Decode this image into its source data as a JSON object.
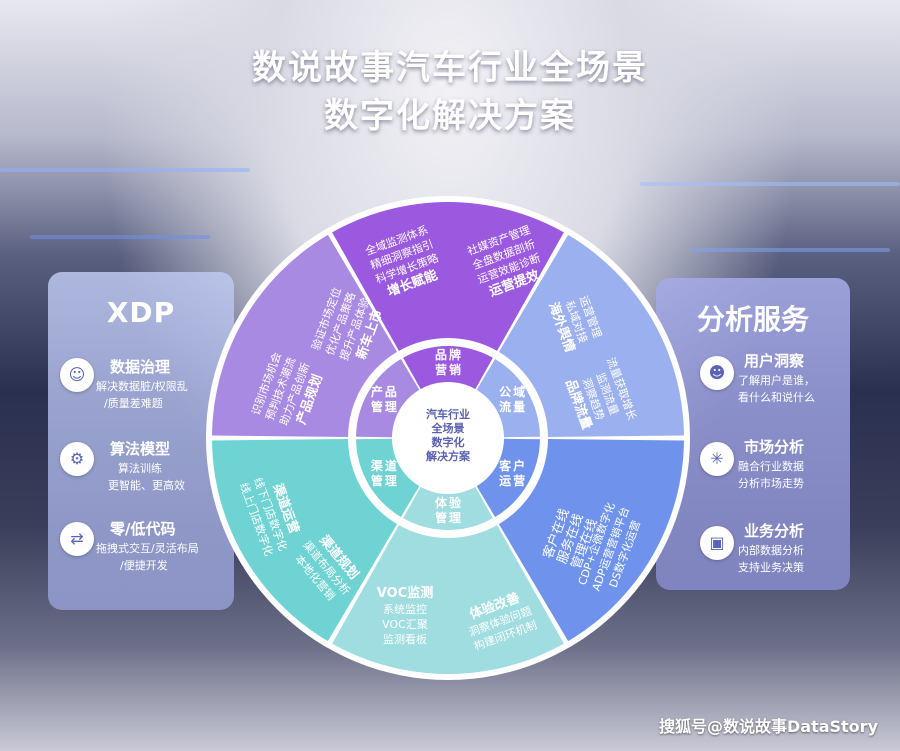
{
  "title": {
    "line1": "数说故事汽车行业全场景",
    "line2": "数字化解决方案"
  },
  "center": {
    "lines": [
      "汽车行业",
      "全场景",
      "数字化",
      "解决方案"
    ]
  },
  "colors": {
    "purple": "#9b59e0",
    "lavender": "#a98ae3",
    "periwinkle": "#9bb0ee",
    "blue": "#6f93ec",
    "cyan": "#9fdde0",
    "teal": "#6fd3d3"
  },
  "inner_ring": [
    {
      "label": [
        "品",
        "牌",
        "营",
        "销"
      ]
    },
    {
      "label": [
        "公",
        "域",
        "流",
        "量"
      ]
    },
    {
      "label": [
        "客",
        "户",
        "运",
        "营"
      ]
    },
    {
      "label": [
        "体",
        "验",
        "管",
        "理"
      ]
    },
    {
      "label": [
        "渠",
        "道",
        "管",
        "理"
      ]
    },
    {
      "label": [
        "产",
        "品",
        "管",
        "理"
      ]
    }
  ],
  "outer_text": {
    "brand": {
      "left": [
        "全域监测体系",
        "精细洞察指引",
        "科学增长策略"
      ],
      "left_bold": "增长赋能",
      "right": [
        "社媒资产管理",
        "全盘数据剖析",
        "运营效能诊断"
      ],
      "right_bold": "运营提效"
    },
    "public": {
      "a": [
        "运营管理",
        "私域对接"
      ],
      "a_bold": "海外舆情",
      "b": [
        "流量获取增长",
        "监测流量",
        "洞察趋势"
      ],
      "b_bold": "品牌流量"
    },
    "customer": {
      "a": [
        "CDP+企微数字化",
        "ADP运营营销平台",
        "DS数字化运营"
      ],
      "b_bold": [
        "客户在线",
        "服务在线",
        "管理在线"
      ]
    },
    "experience": {
      "a_bold": "VOC监测",
      "a": [
        "系统监控",
        "VOC汇聚",
        "监测看板"
      ],
      "b_bold": "体验改善",
      "b": [
        "洞察体验问题",
        "构建闭环机制"
      ]
    },
    "channel": {
      "a_bold": "渠道运营",
      "a": [
        "线下门店数字化",
        "线上门店数字化"
      ],
      "b_bold": "渠道规划",
      "b": [
        "渠道布局分析",
        "本地化营销"
      ]
    },
    "product": {
      "a": [
        "验证市场定位",
        "优化产品策略",
        "提升产品体验"
      ],
      "a_bold": "新车上市",
      "b": [
        "识别市场机会",
        "预判技术潮流",
        "助力产品创新"
      ],
      "b_bold": "产品规划"
    }
  },
  "xdp": {
    "title": "XDP",
    "items": [
      {
        "icon": "brain-icon",
        "title": "数据治理",
        "desc": [
          "解决数据脏/权限乱",
          "/质量差难题"
        ]
      },
      {
        "icon": "chart-icon",
        "title": "算法模型",
        "desc": [
          "算法训练",
          "更智能、更高效"
        ]
      },
      {
        "icon": "flow-icon",
        "title": "零/低代码",
        "desc": [
          "拖拽式交互/灵活布局",
          "/便捷开发"
        ]
      }
    ]
  },
  "services": {
    "title": "分析服务",
    "items": [
      {
        "icon": "user-icon",
        "title": "用户洞察",
        "desc": [
          "了解用户是谁，",
          "看什么和说什么"
        ]
      },
      {
        "icon": "market-icon",
        "title": "市场分析",
        "desc": [
          "融合行业数据",
          "分析市场走势"
        ]
      },
      {
        "icon": "business-icon",
        "title": "业务分析",
        "desc": [
          "内部数据分析",
          "支持业务决策"
        ]
      }
    ]
  },
  "watermark": "搜狐号@数说故事DataStory"
}
